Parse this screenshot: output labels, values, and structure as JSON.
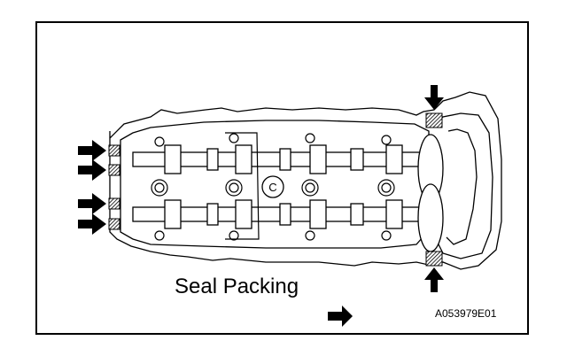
{
  "figure": {
    "caption": "Seal Packing",
    "callout_letter": "C",
    "figure_code": "A053979E01",
    "line_color": "#000000",
    "seal_fill_color": "#555555",
    "icons": {
      "seal_arrow": "arrow-right-icon",
      "top_arrow": "arrow-down-icon",
      "bottom_arrow": "arrow-up-icon",
      "direction_arrow": "front-direction-arrow-icon"
    }
  }
}
